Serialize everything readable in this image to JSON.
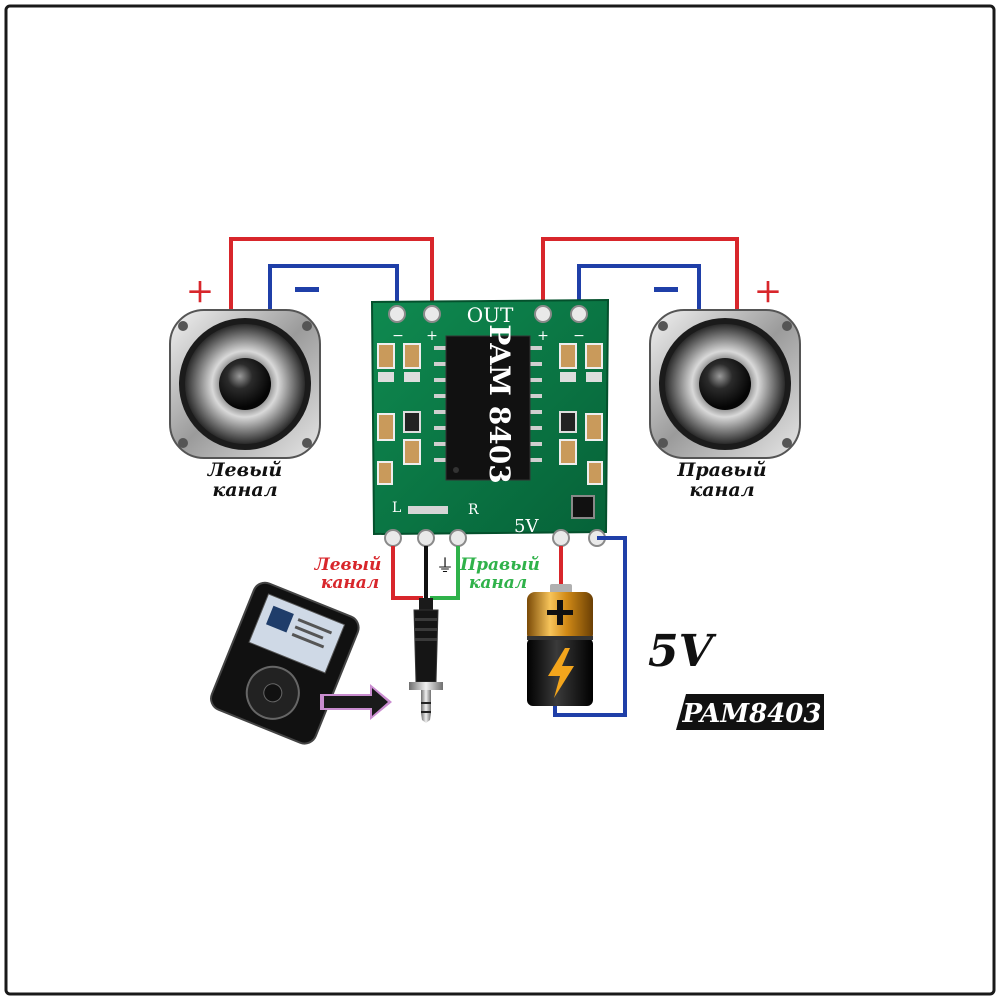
{
  "board": {
    "out_label": "OUT",
    "chip_label": "PAM 8403",
    "plus_sign": "+",
    "minus_sign": "−",
    "power_label": "5V",
    "ground_symbol": "⏚",
    "pcb_markings": [
      "L",
      "R"
    ]
  },
  "speakers": {
    "left": {
      "label_line1": "Левый",
      "label_line2": "канал",
      "plus": "+",
      "minus": "−"
    },
    "right": {
      "label_line1": "Правый",
      "label_line2": "канал",
      "plus": "+",
      "minus": "−"
    }
  },
  "inputs": {
    "left_label_line1": "Левый",
    "left_label_line2": "канал",
    "right_label_line1": "Правый",
    "right_label_line2": "канал"
  },
  "supply": {
    "voltage_label": "5V"
  },
  "badge": {
    "text": "PAM8403"
  },
  "colors": {
    "wire_red": "#d8262b",
    "wire_blue": "#1f3fa8",
    "wire_green": "#2fb24a",
    "wire_black": "#111111",
    "pcb_green": "#0b7a45",
    "chip_black": "#111111",
    "arrow_purple": "#c98ccf",
    "badge_bg": "#111111"
  },
  "icons": [
    "speaker-icon",
    "mp3-player-icon",
    "audio-jack-icon",
    "battery-icon",
    "arrow-right-icon",
    "ground-icon"
  ]
}
